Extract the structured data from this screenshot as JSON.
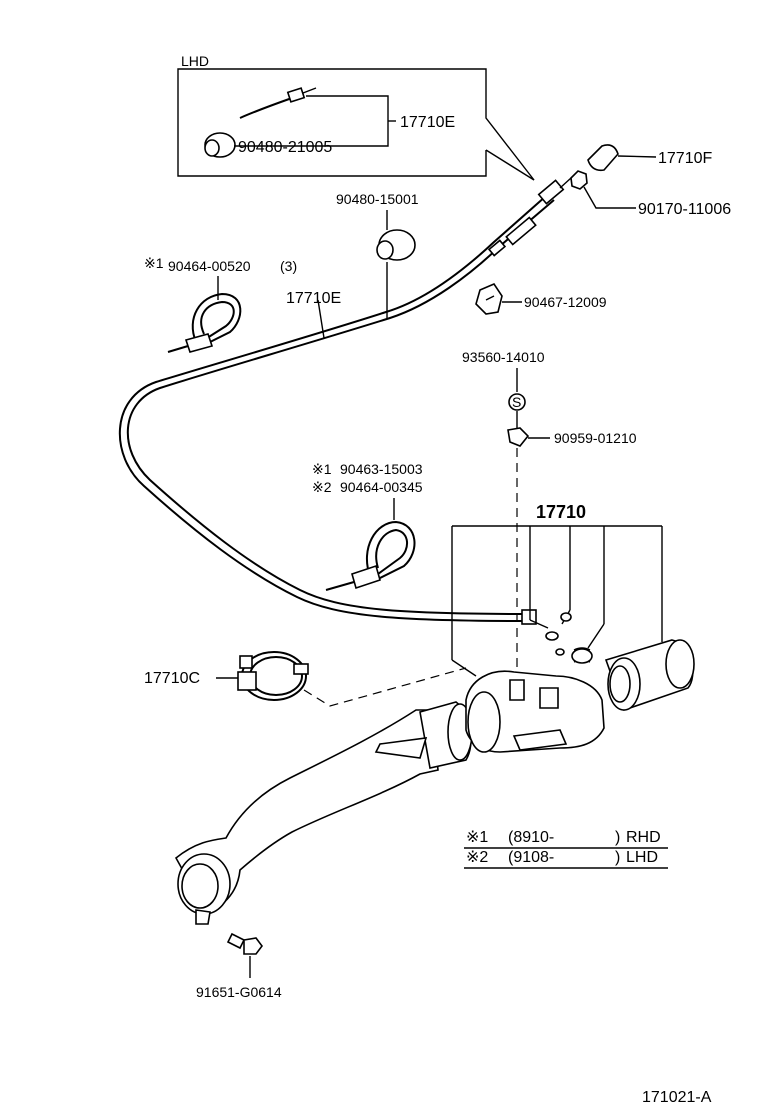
{
  "lhd_box": {
    "title": "LHD",
    "label_cable": "17710E",
    "label_grommet": "90480-21005"
  },
  "parts": {
    "p17710F": "17710F",
    "p90170": "90170-11006",
    "p90480_15001": "90480-15001",
    "p90467": "90467-12009",
    "p17710E": "17710E",
    "p93560": "93560-14010",
    "p90959": "90959-01210",
    "p17710": "17710",
    "p17710C": "17710C",
    "p91651": "91651-G0614"
  },
  "tie_band_top": {
    "mark": "※1",
    "part": "90464-00520",
    "qty": "(3)"
  },
  "tie_band_mid": {
    "line1_mark": "※1",
    "line1_part": "90463-15003",
    "line2_mark": "※2",
    "line2_part": "90464-00345"
  },
  "sealant_symbol": "S",
  "legend": {
    "row1_mark": "※1",
    "row1_from": "(8910-",
    "row1_to": ")",
    "row1_side": "RHD",
    "row2_mark": "※2",
    "row2_from": "(9108-",
    "row2_to": ")",
    "row2_side": "LHD"
  },
  "figure_code": "171021-A"
}
